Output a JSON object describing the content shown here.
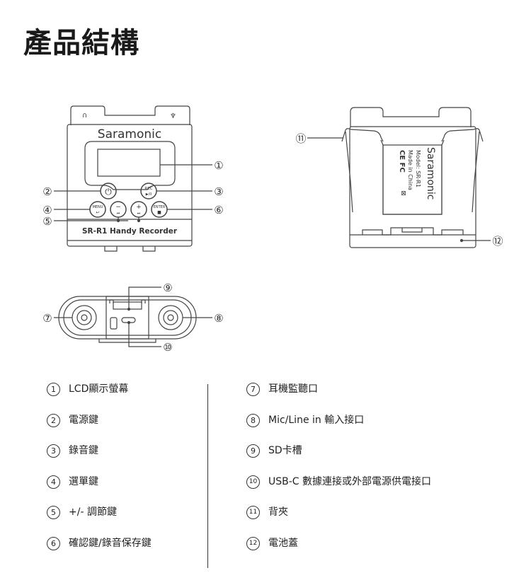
{
  "title": "產品結構",
  "device": {
    "brand": "Saramonic",
    "model_label": "SR-R1 Handy Recorder",
    "btn_rec_top": "REC",
    "btn_rec_bottom": "▶/II",
    "btn_menu_top": "MENU",
    "btn_enter_top": "ENTER",
    "back_brand": "Saramonic",
    "back_model": "Model: SR-R1",
    "back_origin": "Made in China",
    "back_marks": "CE FC"
  },
  "callouts": [
    "①",
    "②",
    "③",
    "④",
    "⑤",
    "⑥",
    "⑦",
    "⑧",
    "⑨",
    "⑩",
    "⑪",
    "⑫"
  ],
  "legend": {
    "left": [
      {
        "num": "1",
        "label": "LCD顯示螢幕"
      },
      {
        "num": "2",
        "label": "電源鍵"
      },
      {
        "num": "3",
        "label": "錄音鍵"
      },
      {
        "num": "4",
        "label": "選單鍵"
      },
      {
        "num": "5",
        "label": "+/- 調節鍵"
      },
      {
        "num": "6",
        "label": "確認鍵/錄音保存鍵"
      }
    ],
    "right": [
      {
        "num": "7",
        "label": "耳機監聽口"
      },
      {
        "num": "8",
        "label": "Mic/Line in 輸入接口"
      },
      {
        "num": "9",
        "label": "SD卡槽"
      },
      {
        "num": "10",
        "label": "USB-C 數據連接或外部電源供電接口"
      },
      {
        "num": "11",
        "label": "背夾"
      },
      {
        "num": "12",
        "label": "電池蓋"
      }
    ]
  }
}
